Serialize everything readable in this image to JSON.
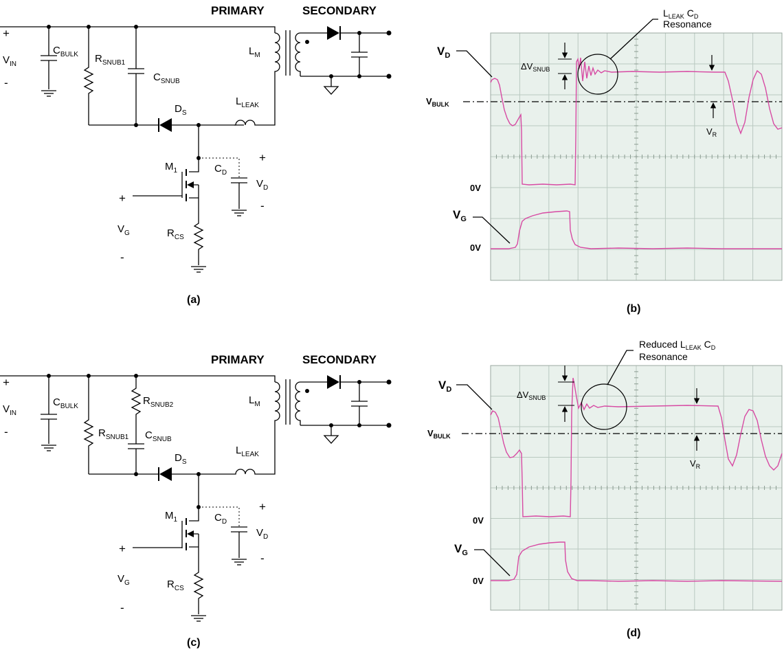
{
  "colors": {
    "screen_bg": "#e9f1ec",
    "grid": "#b9c9c0",
    "trace": "#d74aa3",
    "wire": "#000000"
  },
  "common": {
    "primary": "PRIMARY",
    "secondary": "SECONDARY",
    "plus": "+",
    "minus": "-",
    "vin": "V",
    "vin_sub": "IN",
    "cbulk": "C",
    "cbulk_sub": "BULK",
    "rsnub1": "R",
    "rsnub1_sub": "SNUB1",
    "rsnub2": "R",
    "rsnub2_sub": "SNUB2",
    "csnub": "C",
    "csnub_sub": "SNUB",
    "lm": "L",
    "lm_sub": "M",
    "ds": "D",
    "ds_sub": "S",
    "lleak": "L",
    "lleak_sub": "LEAK",
    "m1": "M",
    "m1_sub": "1",
    "cd": "C",
    "cd_sub": "D",
    "vd": "V",
    "vd_sub": "D",
    "vg": "V",
    "vg_sub": "G",
    "rcs": "R",
    "rcs_sub": "CS"
  },
  "captions": {
    "a": "(a)",
    "b": "(b)",
    "c": "(c)",
    "d": "(d)"
  },
  "scope_b": {
    "vd": "V",
    "vd_sub": "D",
    "vbulk": "V",
    "vbulk_sub": "BULK",
    "vr": "V",
    "vr_sub": "R",
    "dv": "ΔV",
    "dv_sub": "SNUB",
    "zero1": "0V",
    "vg": "V",
    "vg_sub": "G",
    "zero2": "0V",
    "callout_l": "L",
    "callout_l_sub": "LEAK",
    "callout_c": " C",
    "callout_c_sub": "D",
    "callout_line2": "Resonance"
  },
  "scope_d": {
    "vd": "V",
    "vd_sub": "D",
    "vbulk": "V",
    "vbulk_sub": "BULK",
    "vr": "V",
    "vr_sub": "R",
    "dv": "ΔV",
    "dv_sub": "SNUB",
    "zero1": "0V",
    "vg": "V",
    "vg_sub": "G",
    "zero2": "0V",
    "callout_pre": "Reduced L",
    "callout_l_sub": "LEAK",
    "callout_c": " C",
    "callout_c_sub": "D",
    "callout_line2": "Resonance"
  }
}
